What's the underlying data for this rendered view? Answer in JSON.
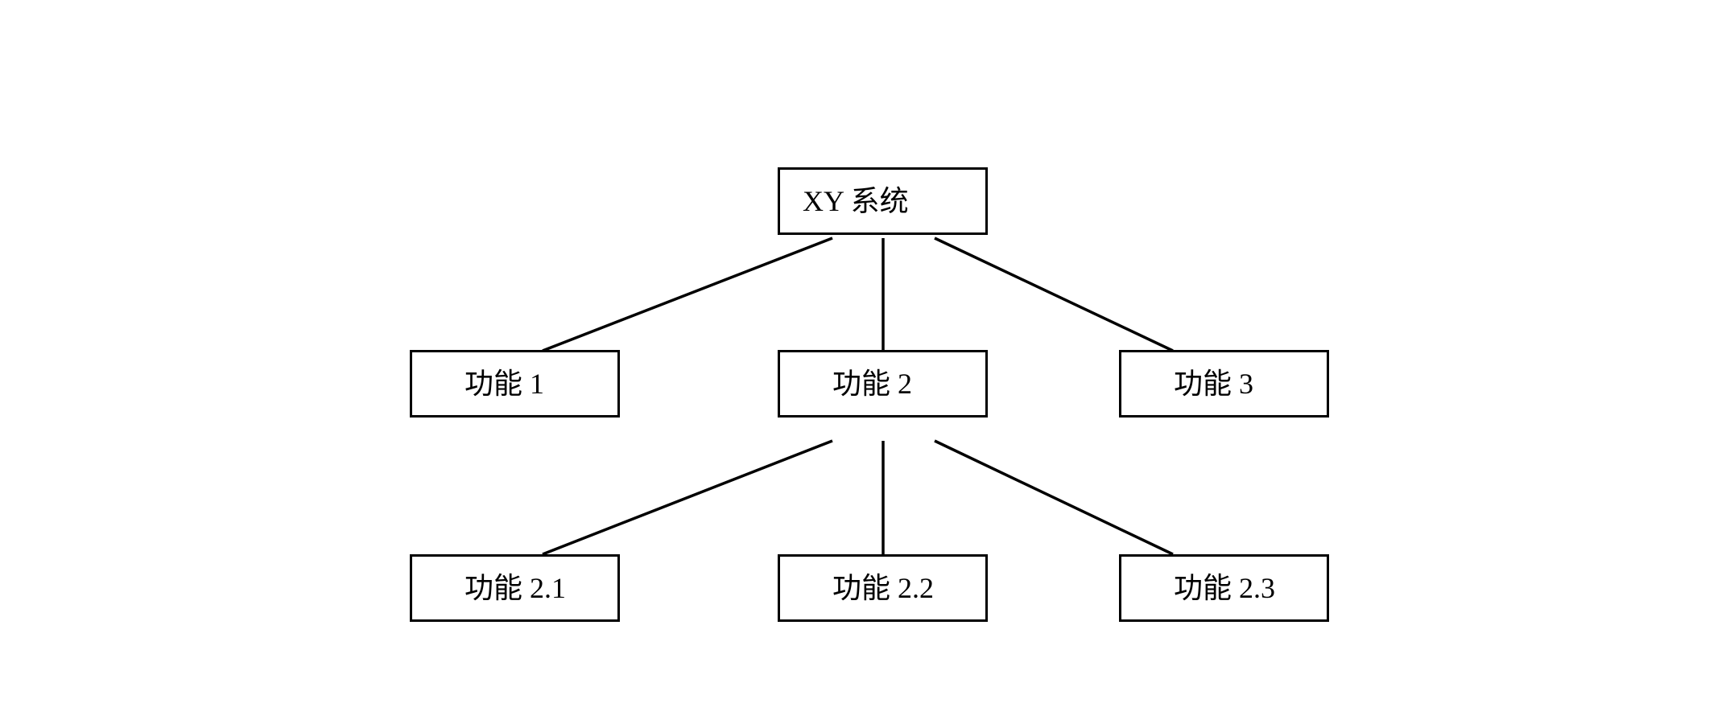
{
  "diagram": {
    "type": "hierarchy",
    "root": {
      "label": "XY 系统"
    },
    "level1": [
      {
        "label": "功能 1"
      },
      {
        "label": "功能 2"
      },
      {
        "label": "功能 3"
      }
    ],
    "level2": [
      {
        "label": "功能 2.1"
      },
      {
        "label": "功能 2.2"
      },
      {
        "label": "功能 2.3"
      }
    ],
    "colors": {
      "line": "#000000",
      "box_border": "#000000",
      "background": "#ffffff"
    }
  }
}
